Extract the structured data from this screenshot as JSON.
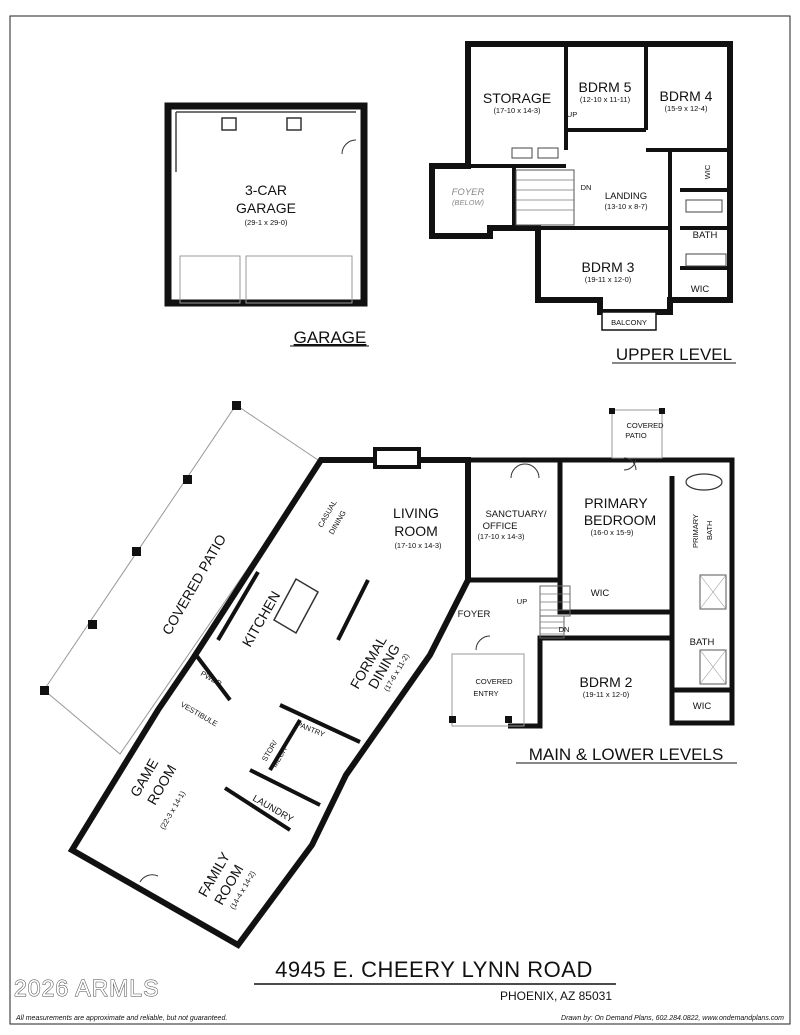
{
  "garage": {
    "room_line1": "3-CAR",
    "room_line2": "GARAGE",
    "room_dims": "(29-1 x 29-0)",
    "level_label": "GARAGE"
  },
  "upper": {
    "storage": "STORAGE",
    "storage_dims": "(17-10 x 14-3)",
    "bdrm5": "BDRM 5",
    "bdrm5_dims": "(12-10 x 11-11)",
    "bdrm4": "BDRM 4",
    "bdrm4_dims": "(15-9 x 12-4)",
    "foyer": "FOYER",
    "foyer_note": "(BELOW)",
    "landing": "LANDING",
    "landing_dims": "(13-10 x 8-7)",
    "wic_top": "WIC",
    "bath": "BATH",
    "bdrm3": "BDRM 3",
    "bdrm3_dims": "(19-11 x 12-0)",
    "wic": "WIC",
    "balcony": "BALCONY",
    "up_label": "UP",
    "dn_label": "DN",
    "level_label": "UPPER LEVEL"
  },
  "main": {
    "covered_patio": "COVERED PATIO",
    "casual_dining_1": "CASUAL",
    "casual_dining_2": "DINING",
    "kitchen": "KITCHEN",
    "living_1": "LIVING",
    "living_2": "ROOM",
    "living_dims": "(17-10 x 14-3)",
    "sanctuary_1": "SANCTUARY/",
    "sanctuary_2": "OFFICE",
    "sanctuary_dims": "(17-10 x 14-3)",
    "primary_1": "PRIMARY",
    "primary_2": "BEDROOM",
    "primary_dims": "(16-0 x 15-9)",
    "primary_bath_1": "PRIMARY",
    "primary_bath_2": "BATH",
    "covered_patio_small_1": "COVERED",
    "covered_patio_small_2": "PATIO",
    "wic": "WIC",
    "foyer": "FOYER",
    "formal_1": "FORMAL",
    "formal_2": "DINING",
    "formal_dims": "(17-6 x 11-2)",
    "bath": "BATH",
    "covered_entry_1": "COVERED",
    "covered_entry_2": "ENTRY",
    "bdrm2": "BDRM 2",
    "bdrm2_dims": "(19-11 x 12-0)",
    "wic2": "WIC",
    "pantry": "PANTRY",
    "pwdr": "PWDR",
    "vestibule": "VESTIBULE",
    "stor_1": "STOR/",
    "stor_2": "MECH",
    "laundry": "LAUNDRY",
    "game_1": "GAME",
    "game_2": "ROOM",
    "game_dims": "(22-3 x 14-1)",
    "family_1": "FAMILY",
    "family_2": "ROOM",
    "family_dims": "(14-4 x 14-2)",
    "up_label": "UP",
    "dn_label": "DN",
    "level_label": "MAIN & LOWER LEVELS"
  },
  "address": {
    "street": "4945 E. CHEERY LYNN ROAD",
    "city": "PHOENIX, AZ 85031"
  },
  "footer": {
    "disclaimer": "All measurements are approximate and reliable, but not guaranteed.",
    "credit": "Drawn by:  On Demand Plans, 602.284.0822, www.ondemandplans.com"
  },
  "watermark": "2026 ARMLS"
}
